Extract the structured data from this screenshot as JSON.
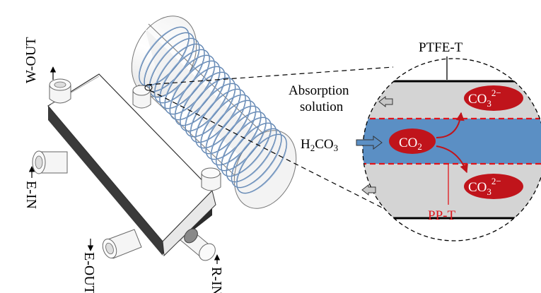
{
  "labels": {
    "w_out": "W-OUT",
    "e_in": "E-IN",
    "e_out": "E-OUT",
    "r_in": "R-IN",
    "ptfe_t": "PTFE-T",
    "pp_t": "PP-T",
    "absorption_1": "Absorption",
    "absorption_2": "solution",
    "h2co3_H": "H",
    "h2co3_2": "2",
    "h2co3_CO": "CO",
    "h2co3_3": "3",
    "co2_CO": "CO",
    "co2_2": "2",
    "co3_CO": "CO",
    "co3_3": "3",
    "co3_charge": "2−"
  },
  "colors": {
    "membrane_blue": "#5b8fc4",
    "solution_gray": "#d4d4d4",
    "ion_red": "#c0141b",
    "dashed_red": "#e0141b",
    "coil_blue": "#8aa9cf",
    "body_dark": "#2b2b2b"
  }
}
